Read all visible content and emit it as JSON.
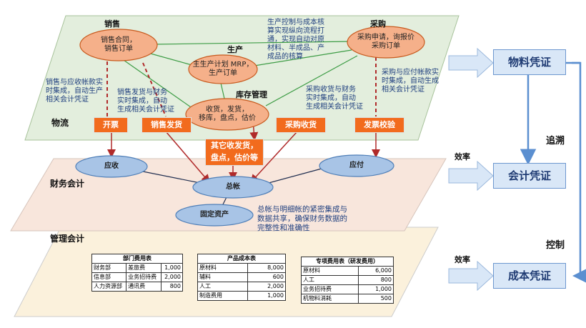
{
  "layers": {
    "logistics": "物流",
    "finance": "财务会计",
    "management": "管理会计"
  },
  "modules": {
    "sales_title": "销售",
    "sales_node": "销售合同，\n销售订单",
    "production_title": "生产",
    "production_node": "主生产计划 MRP，\n生产订单",
    "purchase_title": "采购",
    "purchase_node": "采购申请，询报价\n采购订单",
    "inventory_title": "库存管理",
    "inventory_node": "收货，发货，\n移库，盘点，估价"
  },
  "notes": {
    "cost_chain": "生产控制与成本核\n算实现纵向流程打\n通，实现自动对原\n材料、半成品、产\n成品的核算",
    "sales_ar": "销售与应收帐款实\n时集成，自动生产\n相关会计凭证",
    "sales_delivery": "销售发货与财务\n实时集成，自动\n生成相关会计凭证",
    "purchase_receipt": "采购收货与财务\n实时集成，自动\n生成相关会计凭证",
    "purchase_ap": "采购与应付帐款实\n时集成，自动生成\n相关会计凭证",
    "gl_note": "总帐与明细帐的紧密集成与\n数据共享，确保财务数据的\n完整性和准确性"
  },
  "tags": {
    "invoice": "开票",
    "sales_shipment": "销售发货",
    "other": "其它收发货，\n盘点，估价等",
    "purchase_receipt": "采购收货",
    "invoice_verify": "发票校验"
  },
  "finance_nodes": {
    "ar": "应收",
    "ap": "应付",
    "gl": "总帐",
    "fixed_assets": "固定资产"
  },
  "right": {
    "material_voucher": "物料凭证",
    "accounting_voucher": "会计凭证",
    "cost_voucher": "成本凭证",
    "trace": "追溯",
    "control": "控制",
    "efficiency1": "效率",
    "efficiency2": "效率"
  },
  "tables": {
    "dept": {
      "title": "部门费用表",
      "rows": [
        [
          "财务部",
          "差旅费",
          "1,000"
        ],
        [
          "信息部",
          "业务招待费",
          "2,000"
        ],
        [
          "人力资源部",
          "通讯费",
          "800"
        ]
      ]
    },
    "product": {
      "title": "产品成本表",
      "rows": [
        [
          "原材料",
          "8,000"
        ],
        [
          "辅料",
          "600"
        ],
        [
          "人工",
          "2,000"
        ],
        [
          "制造费用",
          "1,000"
        ]
      ]
    },
    "special": {
      "title": "专项费用表（研发费用）",
      "rows": [
        [
          "原材料",
          "6,000"
        ],
        [
          "人工",
          "800"
        ],
        [
          "业务招待费",
          "1,000"
        ],
        [
          "机物料消耗",
          "500"
        ]
      ]
    }
  },
  "colors": {
    "logistics_plane": "#e3eedd",
    "finance_plane": "#f8e6dc",
    "management_plane": "#fbf1dc",
    "ellipse_orange": "#f5b08a",
    "ellipse_blue": "#a8c4e6",
    "tag": "#f26b1d",
    "link_green": "#3d9c45",
    "arrow_red": "#b02a2a",
    "voucher_blue": "#d9e7f7"
  }
}
